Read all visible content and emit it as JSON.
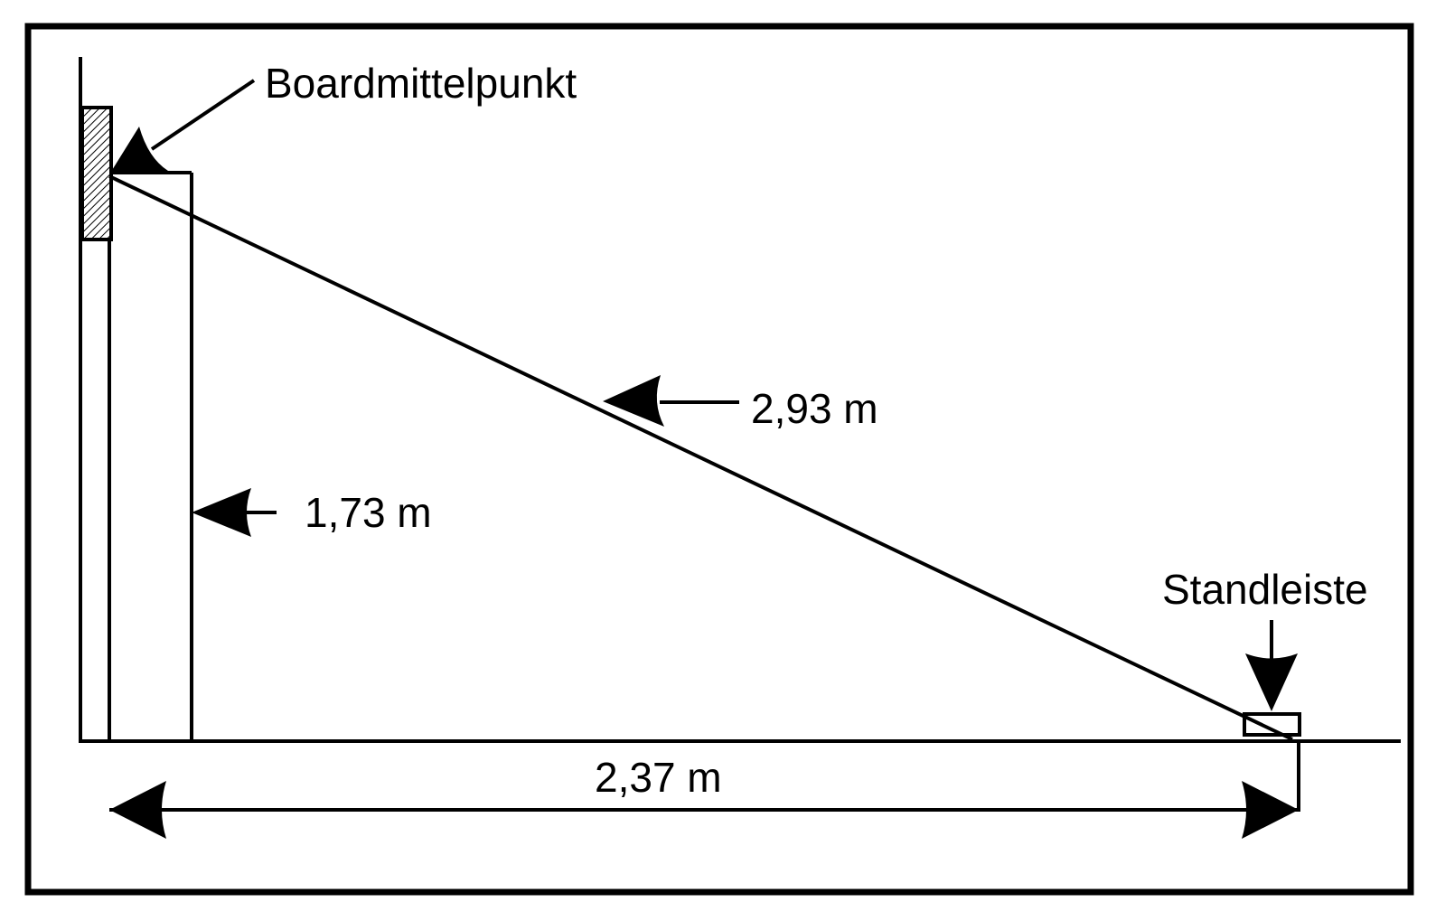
{
  "labels": {
    "board_center": "Boardmittelpunkt",
    "diagonal": "2,93 m",
    "height": "1,73 m",
    "oche": "Standleiste",
    "horizontal": "2,37 m"
  },
  "colors": {
    "line": "#000000",
    "background": "#ffffff"
  }
}
